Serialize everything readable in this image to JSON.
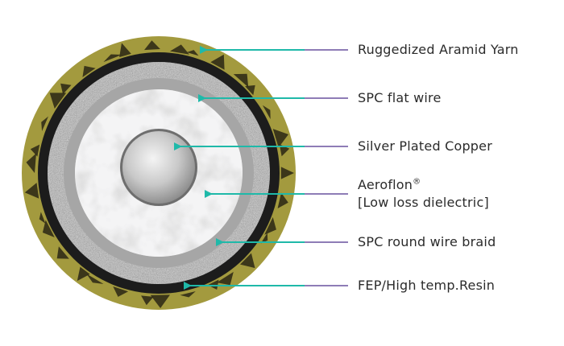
{
  "labels": {
    "aramid": "Ruggedized Aramid Yarn",
    "spc_flat": "SPC flat wire",
    "silver_copper": "Silver Plated Copper",
    "aeroflon": "Aeroflon",
    "aeroflon_mark": "®",
    "aeroflon_sub": "[Low loss dielectric]",
    "spc_round": "SPC round wire braid",
    "fep": "FEP/High temp.Resin"
  },
  "colors": {
    "aramid": "#a39a3e",
    "jacket": "#1c1c1c",
    "braid": "#8e8e8e",
    "foil": "#a6a6a6",
    "dielectric": "#e6e6e6",
    "conductor": "#b8b8b8",
    "arrow": "#1fb9a9",
    "leader": "#4a2f8a"
  }
}
